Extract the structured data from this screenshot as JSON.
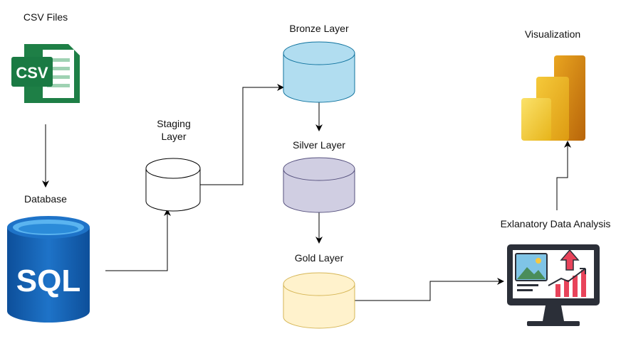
{
  "nodes": {
    "csv_files": {
      "label": "CSV Files",
      "icon": "csv-file-icon",
      "icon_text": "CSV",
      "color": "#1e7f46"
    },
    "database": {
      "label": "Database",
      "icon": "sql-database-icon",
      "icon_text": "SQL",
      "color": "#1565b5"
    },
    "staging": {
      "label_line1": "Staging",
      "label_line2": "Layer",
      "fill": "#ffffff"
    },
    "bronze": {
      "label": "Bronze Layer",
      "fill": "#b1ddf0",
      "stroke": "#10739e"
    },
    "silver": {
      "label": "Silver Layer",
      "fill": "#d0cee2",
      "stroke": "#56517e"
    },
    "gold": {
      "label": "Gold Layer",
      "fill": "#fff2cc",
      "stroke": "#d6b656"
    },
    "visualization": {
      "label": "Visualization",
      "icon": "power-bi-icon"
    },
    "eda": {
      "label": "Exlanatory Data Analysis",
      "icon": "analytics-monitor-icon"
    }
  },
  "edges": [
    {
      "from": "csv_files",
      "to": "database"
    },
    {
      "from": "database",
      "to": "staging"
    },
    {
      "from": "staging",
      "to": "bronze"
    },
    {
      "from": "bronze",
      "to": "silver"
    },
    {
      "from": "silver",
      "to": "gold"
    },
    {
      "from": "gold",
      "to": "eda"
    },
    {
      "from": "eda",
      "to": "visualization"
    }
  ]
}
